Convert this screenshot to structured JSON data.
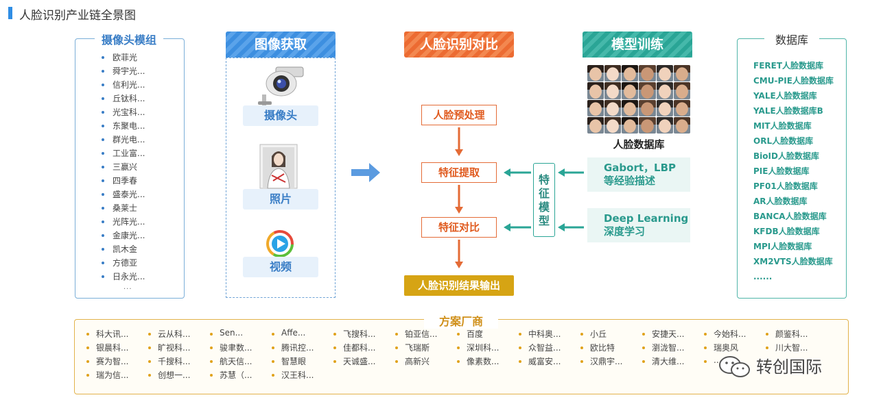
{
  "page_title": "人脸识别产业链全景图",
  "camera_module": {
    "title": "摄像头模组",
    "items": [
      "欧菲光",
      "舜宇光...",
      "信利光...",
      "丘钛科...",
      "光宝科...",
      "东聚电...",
      "群光电...",
      "工业富...",
      "三赢兴",
      "四季春",
      "盛泰光...",
      "桑莱士",
      "光阵光...",
      "金康光...",
      "凯木金",
      "方德亚",
      "日永光..."
    ],
    "more": "..."
  },
  "acquisition": {
    "title": "图像获取",
    "items": [
      {
        "label": "摄像头",
        "icon": "camera-icon"
      },
      {
        "label": "照片",
        "icon": "photo-icon"
      },
      {
        "label": "视频",
        "icon": "video-icon"
      }
    ]
  },
  "process": {
    "title": "人脸识别对比",
    "steps": [
      "人脸预处理",
      "特征提取",
      "特征对比"
    ],
    "final": "人脸识别结果输出"
  },
  "training": {
    "title": "模型训练",
    "face_db_label": "人脸数据库",
    "feature_model": "特征模型",
    "methods": [
      {
        "line1": "Gabort，LBP",
        "line2": "等经验描述"
      },
      {
        "line1": "Deep Learning",
        "line2": "深度学习"
      }
    ]
  },
  "database": {
    "title": "数据库",
    "items": [
      "FERET人脸数据库",
      "CMU-PIE人脸数据库",
      "YALE人脸数据库",
      "YALE人脸数据库B",
      "MIT人脸数据库",
      "ORL人脸数据库",
      "BioID人脸数据库",
      "PIE人脸数据库",
      "PF01人脸数据库",
      "AR人脸数据库",
      "BANCA人脸数据库",
      "KFDB人脸数据库",
      "MPI人脸数据库",
      "XM2VTS人脸数据库",
      "......"
    ]
  },
  "vendors": {
    "title": "方案厂商",
    "columns": [
      [
        "科大讯...",
        "银晨科...",
        "赛为智...",
        "瑞为信..."
      ],
      [
        "云从科...",
        "旷视科...",
        "千搜科...",
        "创想一..."
      ],
      [
        "Sen...",
        "骏聿数...",
        "航天信...",
        "苏慧（..."
      ],
      [
        "Affe...",
        "腾讯控...",
        "智慧眼",
        "汉王科..."
      ],
      [
        "飞搜科...",
        "佳都科...",
        "天诚盛..."
      ],
      [
        "铂亚信...",
        "飞瑞斯",
        "高新兴"
      ],
      [
        "百度",
        "深圳科...",
        "像素数..."
      ],
      [
        "中科奥...",
        "众智益...",
        "威富安..."
      ],
      [
        "小丘",
        "欧比特",
        "汉鼎宇..."
      ],
      [
        "安捷天...",
        "瀏泷智...",
        "清大维..."
      ],
      [
        "今始科...",
        "瑞奥风",
        "..."
      ],
      [
        "颜鉴科...",
        "川大智...",
        "..."
      ]
    ]
  },
  "watermark": "转创国际",
  "colors": {
    "blue": "#3a7ec6",
    "orange": "#ec6b32",
    "teal": "#2aa596",
    "gold": "#d6a414"
  }
}
